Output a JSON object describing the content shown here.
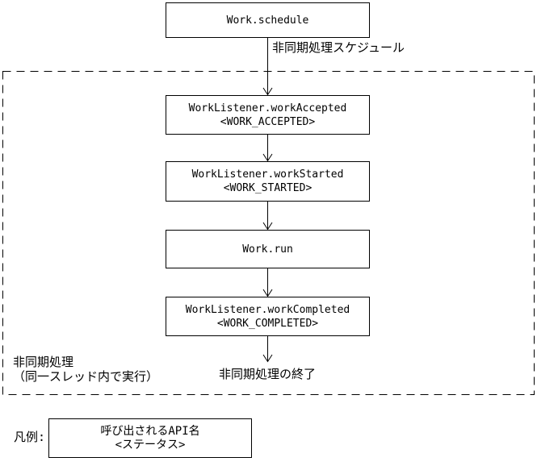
{
  "diagram": {
    "colors": {
      "background": "#ffffff",
      "line": "#000000"
    },
    "schedule_box": {
      "label": "Work.schedule"
    },
    "schedule_arrow_label": "非同期処理スケジュール",
    "flow_boxes": [
      {
        "api": "WorkListener.workAccepted",
        "status": "<WORK_ACCEPTED>"
      },
      {
        "api": "WorkListener.workStarted",
        "status": "<WORK_STARTED>"
      },
      {
        "api": "Work.run",
        "status": ""
      },
      {
        "api": "WorkListener.workCompleted",
        "status": "<WORK_COMPLETED>"
      }
    ],
    "async_region": {
      "label_line1": "非同期処理",
      "label_line2": "（同一スレッド内で実行）"
    },
    "end_label": "非同期処理の終了",
    "legend": {
      "caption": "凡例:",
      "box_api": "呼び出されるAPI名",
      "box_status": "<ステータス>"
    }
  }
}
